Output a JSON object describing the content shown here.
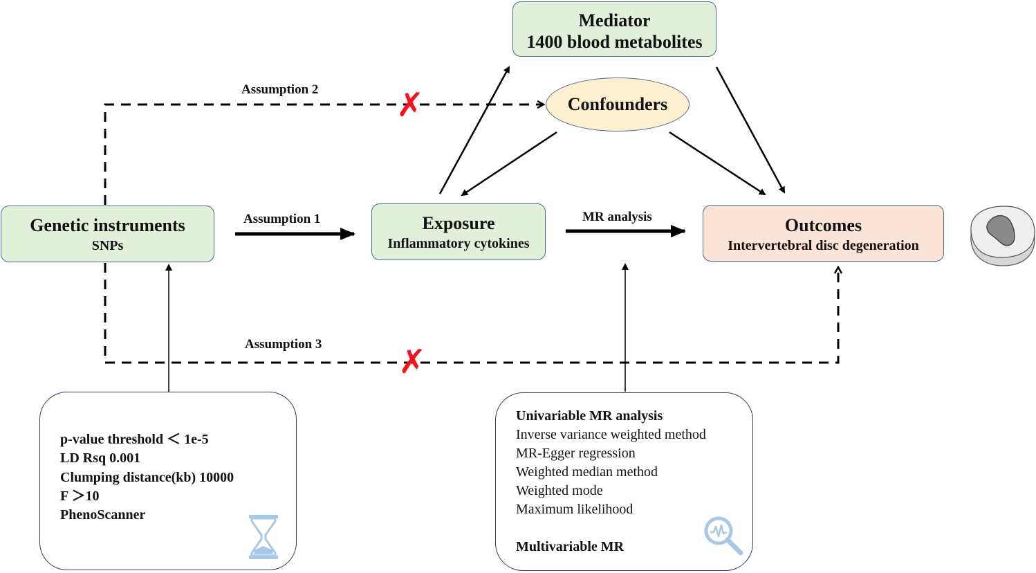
{
  "diagram": {
    "title": "Mendelian randomization study design",
    "colors": {
      "box_green": "#e2efd9",
      "box_peach": "#fbe3d6",
      "ellipse_yellow": "#fdefcf",
      "violation_red": "#f2141a",
      "icon_blue": "#a9c8e6"
    },
    "nodes": {
      "mediator": {
        "title": "Mediator",
        "subtitle": "1400 blood metabolites"
      },
      "confounders": {
        "title": "Confounders"
      },
      "genetic": {
        "title": "Genetic instruments",
        "subtitle": "SNPs"
      },
      "exposure": {
        "title": "Exposure",
        "subtitle": "Inflammatory cytokines"
      },
      "outcomes": {
        "title": "Outcomes",
        "subtitle": "Intervertebral disc degeneration"
      }
    },
    "edges": {
      "assumption1": "Assumption 1",
      "assumption2": "Assumption 2",
      "assumption3": "Assumption 3",
      "mr_analysis": "MR analysis",
      "violation_mark": "✗"
    },
    "panels": {
      "instrument_criteria": {
        "items": [
          "p-value threshold ＜ 1e-5",
          "LD Rsq 0.001",
          "Clumping distance(kb) 10000",
          "F ＞10",
          "PhenoScanner"
        ],
        "icon": "hourglass-icon"
      },
      "mr_methods": {
        "heading": "Univariable MR analysis",
        "items": [
          "Inverse variance weighted method",
          "MR-Egger regression",
          "Weighted median method",
          "Weighted mode",
          "Maximum likelihood"
        ],
        "footer": "Multivariable MR",
        "icon": "magnifier-icon"
      }
    },
    "illustration": "intervertebral-disc-icon"
  }
}
